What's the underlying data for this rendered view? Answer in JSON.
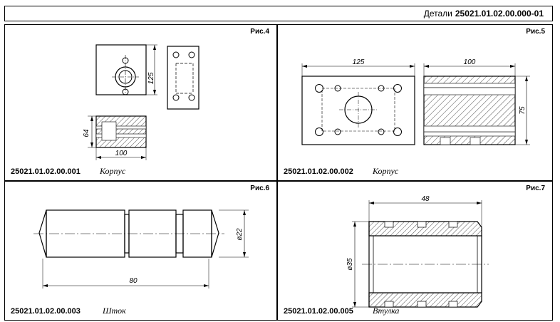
{
  "header": {
    "prefix": "Детали",
    "code": "25021.01.02.00.000-01"
  },
  "panels": [
    {
      "fig": "Рис.4",
      "code": "25021.01.02.00.001",
      "name": "Корпус",
      "dims": [
        "125",
        "64",
        "100"
      ]
    },
    {
      "fig": "Рис.5",
      "code": "25021.01.02.00.002",
      "name": "Корпус",
      "dims": [
        "125",
        "100",
        "75"
      ]
    },
    {
      "fig": "Рис.6",
      "code": "25021.01.02.00.003",
      "name": "Шток",
      "dims": [
        "ø22",
        "80"
      ]
    },
    {
      "fig": "Рис.7",
      "code": "25021.01.02.00.005",
      "name": "Втулка",
      "dims": [
        "48",
        "ø35"
      ]
    }
  ]
}
